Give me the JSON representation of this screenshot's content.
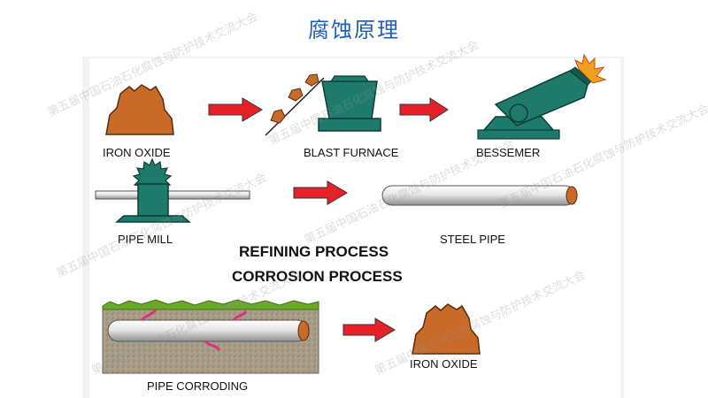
{
  "title": "腐蚀原理",
  "labels": {
    "iron_oxide_top": "IRON OXIDE",
    "blast_furnace": "BLAST FURNACE",
    "bessemer": "BESSEMER",
    "pipe_mill": "PIPE MILL",
    "steel_pipe": "STEEL PIPE",
    "refining_process": "REFINING PROCESS",
    "corrosion_process": "CORROSION PROCESS",
    "pipe_corroding": "PIPE CORRODING",
    "iron_oxide_bottom": "IRON OXIDE"
  },
  "watermark": "第五届中国石油石化腐蚀与防护技术交流大会",
  "colors": {
    "title": "#1f5fb5",
    "ore": "#c86a28",
    "machine": "#1e7b6c",
    "arrow": "#e8202a",
    "pipe": "#d9d9d9",
    "soil": "#a59a86",
    "grass": "#6aa82a",
    "flame": "#f0a020"
  }
}
